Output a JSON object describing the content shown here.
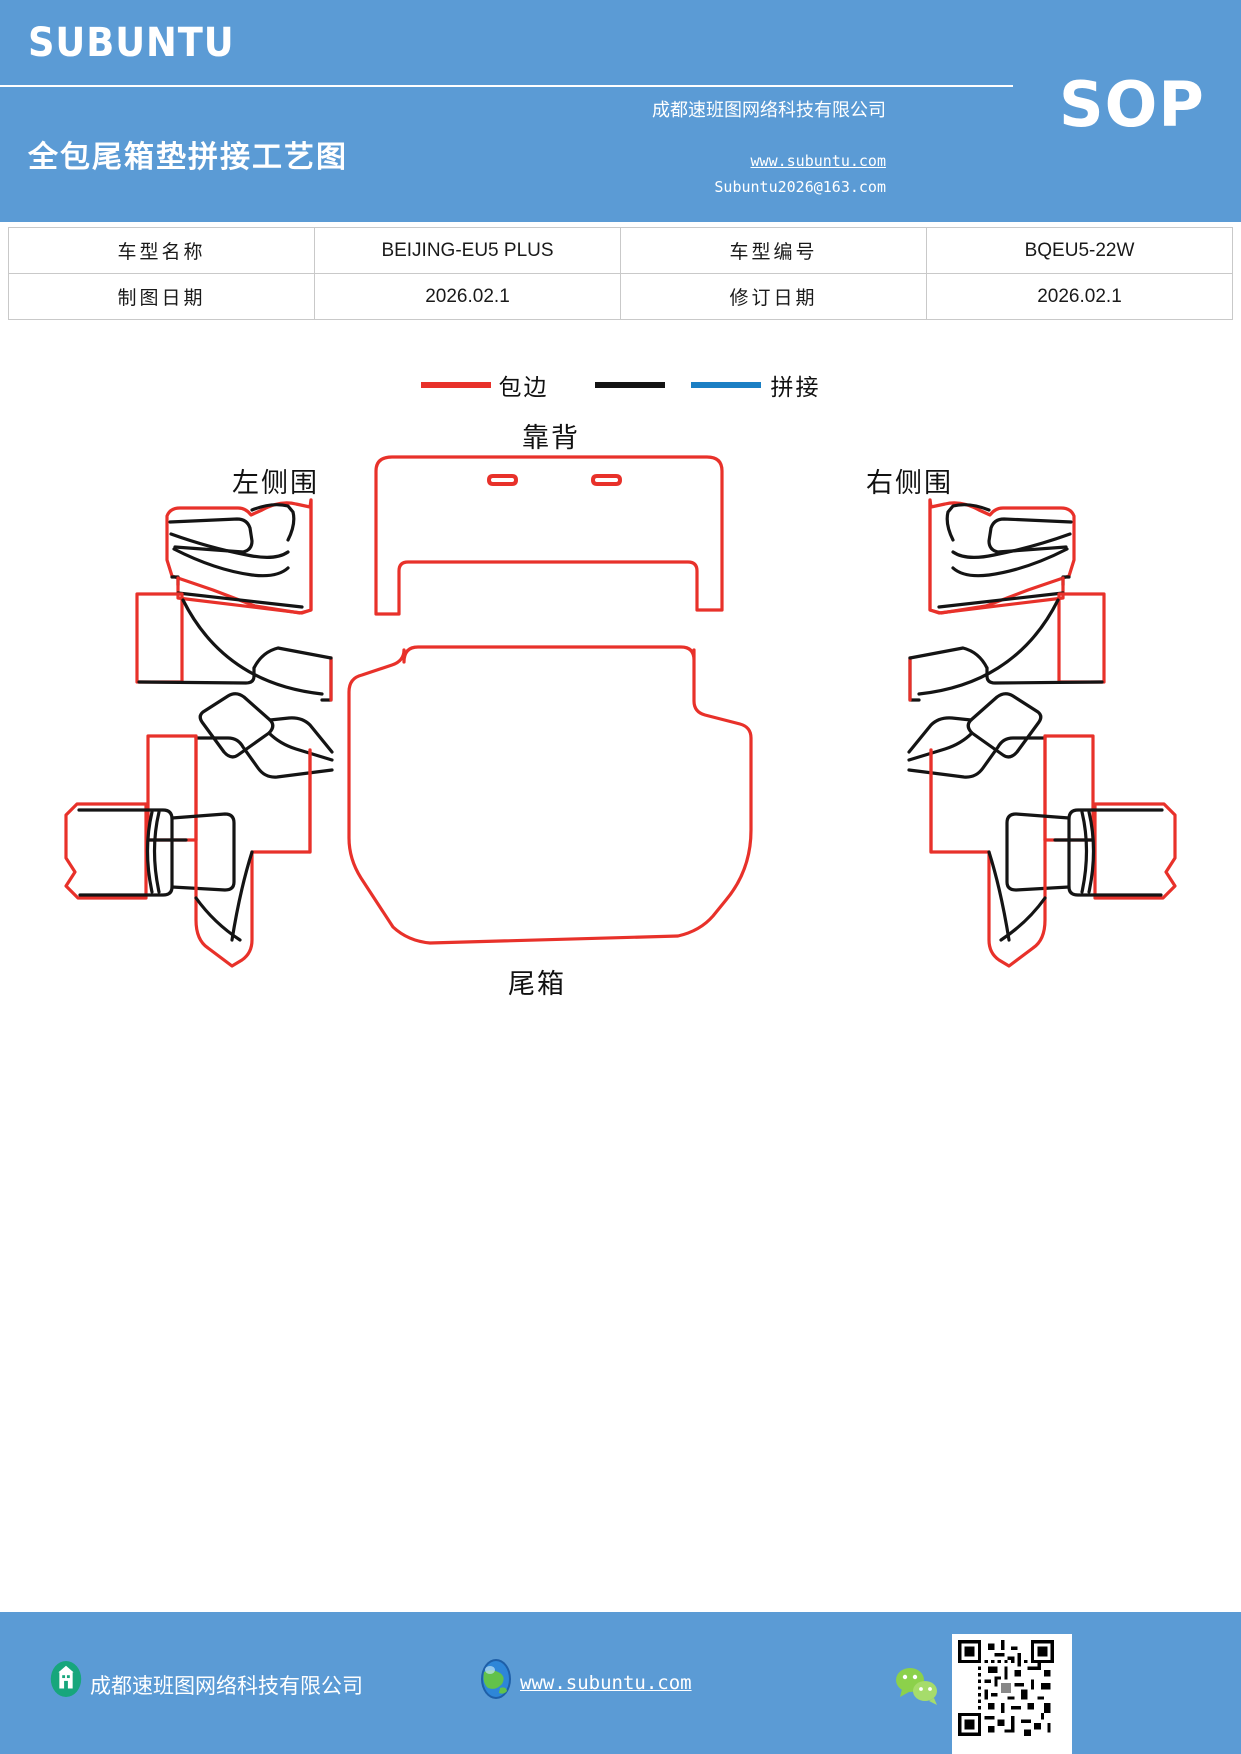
{
  "header": {
    "brand": "SUBUNTU",
    "badge": "SOP",
    "doc_title": "全包尾箱垫拼接工艺图",
    "company": "成都速班图网络科技有限公司",
    "url": "www.subuntu.com",
    "email": "Subuntu2026@163.com",
    "background_color": "#5B9BD5"
  },
  "info_table": {
    "rows": [
      {
        "label1": "车型名称",
        "value1": "BEIJING-EU5 PLUS",
        "label2": "车型编号",
        "value2": "BQEU5-22W"
      },
      {
        "label1": "制图日期",
        "value1": "2026.02.1",
        "label2": "修订日期",
        "value2": "2026.02.1"
      }
    ]
  },
  "legend": {
    "items": [
      {
        "color": "#E8312A",
        "label": "包边"
      },
      {
        "color": "#141414",
        "label": ""
      },
      {
        "color": "#1B7FC4",
        "label": "拼接"
      }
    ],
    "binding_label": "包边",
    "seam_label": "拼接"
  },
  "diagram": {
    "labels": {
      "left_side": "左侧围",
      "backrest": "靠背",
      "right_side": "右侧围",
      "trunk": "尾箱"
    }
  },
  "footer": {
    "company": "成都速班图网络科技有限公司",
    "url": "www.subuntu.com",
    "background_color": "#5B9BD5"
  }
}
